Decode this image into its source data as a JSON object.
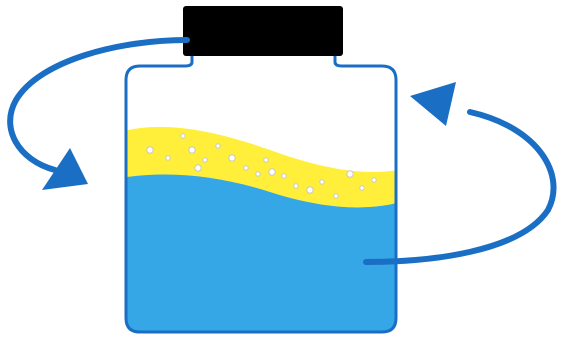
{
  "diagram": {
    "colors": {
      "cap": "#000000",
      "outline": "#1a6fc4",
      "water": "#35a6e6",
      "oil": "#ffef3a",
      "arrow": "#1a6fc4",
      "droplet_stroke": "#c8c8c8",
      "background": "#ffffff"
    },
    "components": [
      {
        "name": "cap",
        "role": "black screw cap on the jar"
      },
      {
        "name": "jar",
        "role": "container"
      },
      {
        "name": "lower-liquid",
        "role": "blue layer"
      },
      {
        "name": "upper-liquid",
        "role": "yellow layer with small droplets"
      },
      {
        "name": "rotation-arrows",
        "role": "two curved arrows indicating swirling / turning the jar"
      }
    ],
    "droplet_count": 20
  }
}
